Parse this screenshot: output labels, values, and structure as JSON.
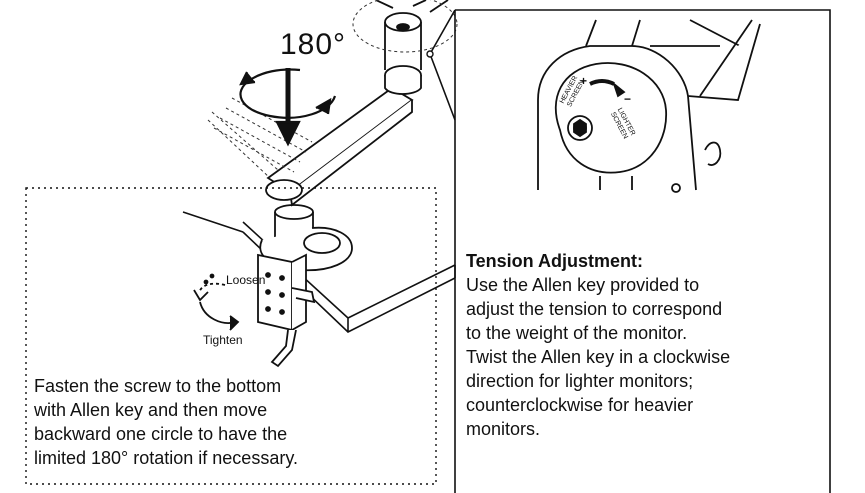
{
  "rotation_label": "180°",
  "loosen_label": "Loosen",
  "tighten_label": "Tighten",
  "knob": {
    "heavier_label": "HEAVIER SCREEN",
    "lighter_label": "LIGHTER SCREEN",
    "plus_sign": "+",
    "minus_sign": "−"
  },
  "left_note": {
    "lines": [
      "Fasten the screw to the bottom",
      "with Allen key and then move",
      "backward one circle to have the",
      "limited 180° rotation if necessary."
    ]
  },
  "right_note": {
    "title": "Tension Adjustment:",
    "lines": [
      "Use the Allen key provided to",
      "adjust the tension to correspond",
      "to the weight of the monitor.",
      "Twist the Allen key in a clockwise",
      "direction for lighter monitors;",
      "counterclockwise for heavier",
      "monitors."
    ]
  }
}
